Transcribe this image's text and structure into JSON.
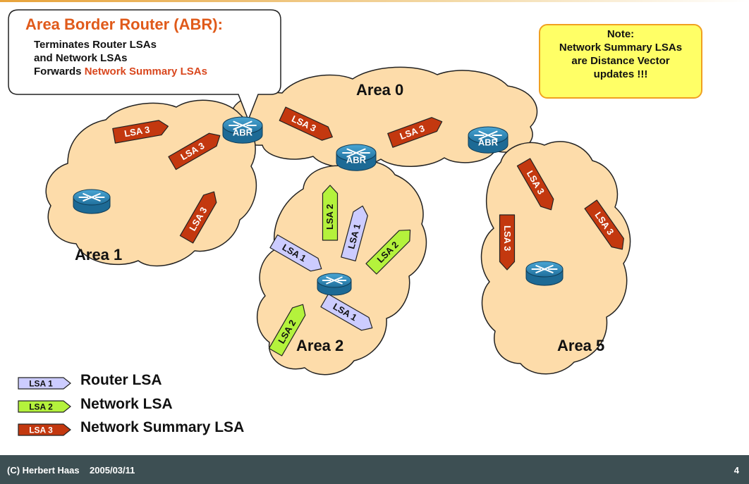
{
  "callout": {
    "title": "Area Border Router (ABR):",
    "line1": "Terminates Router LSAs",
    "line2": "and Network LSAs",
    "line3_prefix": "Forwards ",
    "line3_highlight": "Network Summary LSAs"
  },
  "note": {
    "line1": "Note:",
    "line2": "Network Summary LSAs",
    "line3": "are Distance Vector",
    "line4": "updates !!!"
  },
  "areas": {
    "area0": "Area 0",
    "area1": "Area 1",
    "area2": "Area 2",
    "area5": "Area 5"
  },
  "router_label": "ABR",
  "lsa": {
    "lsa1": "LSA 1",
    "lsa2": "LSA 2",
    "lsa3": "LSA 3"
  },
  "legend": [
    {
      "badge": "LSA 1",
      "label": "Router LSA"
    },
    {
      "badge": "LSA 2",
      "label": "Network LSA"
    },
    {
      "badge": "LSA 3",
      "label": "Network Summary LSA"
    }
  ],
  "colors": {
    "cloud": "#fddcaa",
    "lsa1": "#ccccff",
    "lsa2": "#b4f23c",
    "lsa3": "#c3380f",
    "router": "#2a82b0",
    "footer": "#3d4f53",
    "note_bg": "#ffff66"
  },
  "footer": {
    "left": "(C) Herbert Haas    2005/03/11",
    "page": "4"
  }
}
